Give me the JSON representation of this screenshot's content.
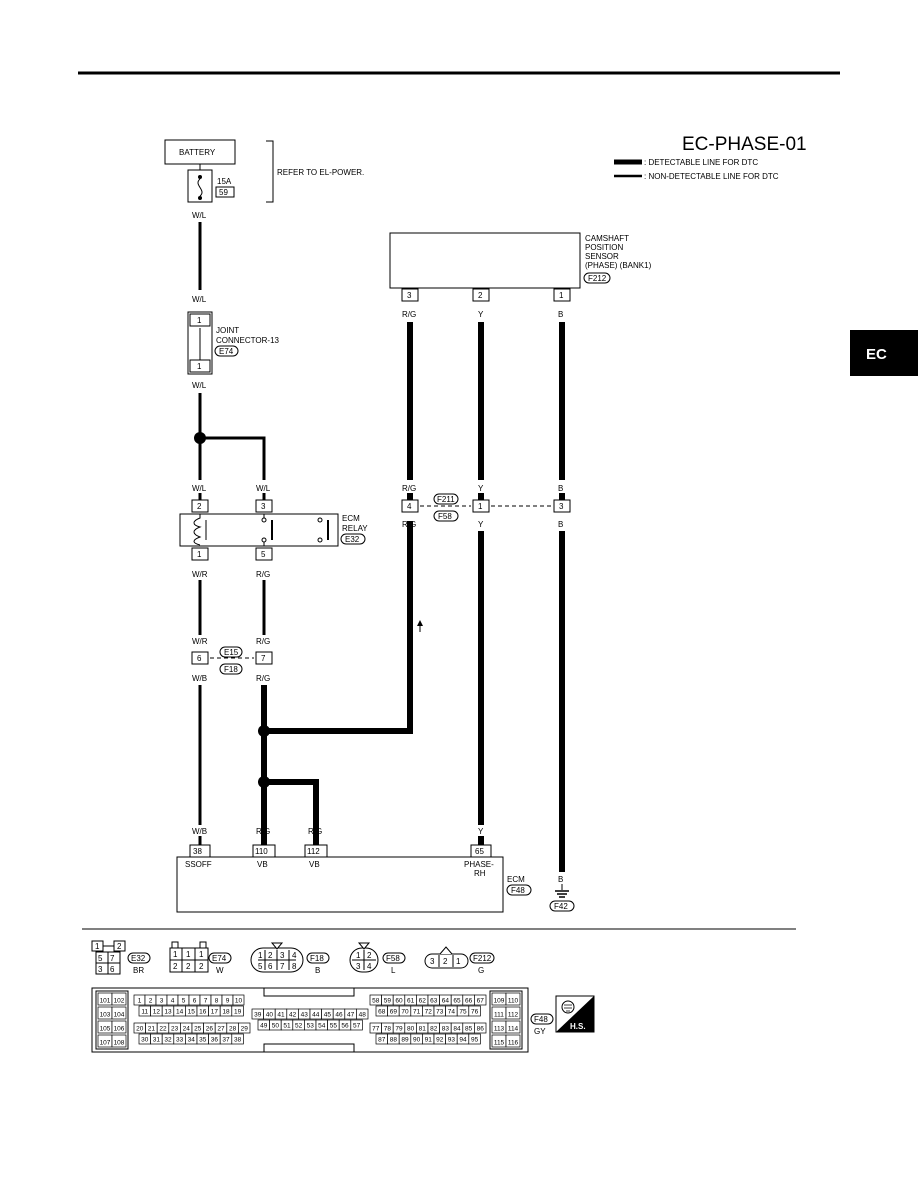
{
  "title": "EC-PHASE-01",
  "side_tab": "EC",
  "legend": {
    "detectable": ": DETECTABLE LINE FOR DTC",
    "non_detectable": ": NON-DETECTABLE LINE FOR DTC"
  },
  "battery": {
    "label": "BATTERY",
    "fuse_rating": "15A",
    "fuse_no": "59",
    "refer": "REFER TO EL-POWER."
  },
  "joint": {
    "line1": "JOINT",
    "line2": "CONNECTOR-13",
    "conn": "E74",
    "pin_top": "1",
    "pin_bot": "1"
  },
  "cmp": {
    "line1": "CAMSHAFT",
    "line2": "POSITION",
    "line3": "SENSOR",
    "line4": "(PHASE) (BANK1)",
    "conn": "F212",
    "pin3": "3",
    "pin2": "2",
    "pin1": "1"
  },
  "relay": {
    "line1": "ECM",
    "line2": "RELAY",
    "conn": "E32",
    "pin2": "2",
    "pin3": "3",
    "pin1": "1",
    "pin5": "5"
  },
  "wires": {
    "wl": "W/L",
    "wr": "W/R",
    "wb": "W/B",
    "rg": "R/G",
    "y": "Y",
    "b": "B"
  },
  "inline1": {
    "pin6": "6",
    "pin7": "7",
    "conn_a": "E15",
    "conn_b": "F18"
  },
  "inline2": {
    "pin4": "4",
    "pin1": "1",
    "pin3": "3",
    "conn_a": "F211",
    "conn_b": "F58"
  },
  "ecm": {
    "label": "ECM",
    "conn": "F48",
    "p38": "38",
    "p110": "110",
    "p112": "112",
    "p65": "65",
    "n38": "SSOFF",
    "n110": "VB",
    "n112": "VB",
    "n65a": "PHASE-",
    "n65b": "RH"
  },
  "ground": {
    "conn": "F42"
  },
  "connectors": {
    "e32": {
      "name": "E32",
      "color": "BR",
      "pins": [
        "1",
        "2",
        "5",
        "7",
        "3",
        "6"
      ]
    },
    "e74": {
      "name": "E74",
      "color": "W",
      "pins": [
        "1",
        "1",
        "1",
        "2",
        "2",
        "2"
      ]
    },
    "f18": {
      "name": "F18",
      "color": "B",
      "pins": [
        "1",
        "2",
        "3",
        "4",
        "5",
        "6",
        "7",
        "8"
      ]
    },
    "f58": {
      "name": "F58",
      "color": "L",
      "pins": [
        "1",
        "2",
        "3",
        "4"
      ]
    },
    "f212": {
      "name": "F212",
      "color": "G",
      "pins": [
        "3",
        "2",
        "1"
      ]
    },
    "f48": {
      "name": "F48",
      "color": "GY",
      "hs": "H.S.",
      "left_pairs": [
        [
          "101",
          "102"
        ],
        [
          "103",
          "104"
        ],
        [
          "105",
          "106"
        ],
        [
          "107",
          "108"
        ]
      ],
      "right_pairs": [
        [
          "109",
          "110"
        ],
        [
          "111",
          "112"
        ],
        [
          "113",
          "114"
        ],
        [
          "115",
          "116"
        ]
      ],
      "rowA": [
        "1",
        "2",
        "3",
        "4",
        "5",
        "6",
        "7",
        "8",
        "9",
        "10"
      ],
      "rowB": [
        "11",
        "12",
        "13",
        "14",
        "15",
        "16",
        "17",
        "18",
        "19"
      ],
      "rowC": [
        "20",
        "21",
        "22",
        "23",
        "24",
        "25",
        "26",
        "27",
        "28",
        "29"
      ],
      "rowD": [
        "30",
        "31",
        "32",
        "33",
        "34",
        "35",
        "36",
        "37",
        "38"
      ],
      "rowE": [
        "39",
        "40",
        "41",
        "42",
        "43",
        "44",
        "45",
        "46",
        "47",
        "48"
      ],
      "rowF": [
        "49",
        "50",
        "51",
        "52",
        "53",
        "54",
        "55",
        "56",
        "57"
      ],
      "rowG": [
        "58",
        "59",
        "60",
        "61",
        "62",
        "63",
        "64",
        "65",
        "66",
        "67"
      ],
      "rowH": [
        "68",
        "69",
        "70",
        "71",
        "72",
        "73",
        "74",
        "75",
        "76"
      ],
      "rowI": [
        "77",
        "78",
        "79",
        "80",
        "81",
        "82",
        "83",
        "84",
        "85",
        "86"
      ],
      "rowJ": [
        "87",
        "88",
        "89",
        "90",
        "91",
        "92",
        "93",
        "94",
        "95"
      ]
    }
  }
}
